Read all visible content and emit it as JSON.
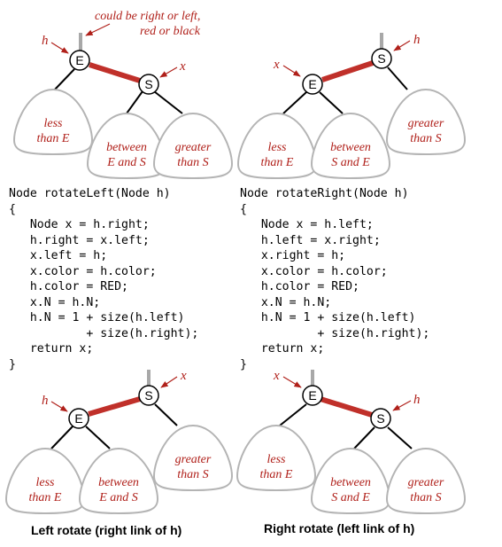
{
  "annotation": {
    "top_note_line1": "could be right or left,",
    "top_note_line2": "red or black"
  },
  "labels": {
    "h": "h",
    "x": "x"
  },
  "nodes": {
    "E": "E",
    "S": "S"
  },
  "subtrees": {
    "less_line1": "less",
    "less_line2": "than E",
    "between_es_line1": "between",
    "between_es_line2": "E and S",
    "greater_line1": "greater",
    "greater_line2": "than S",
    "between_se_line1": "between",
    "between_se_line2": "S and E"
  },
  "code_left": [
    "Node rotateLeft(Node h)",
    "{",
    "   Node x = h.right;",
    "   h.right = x.left;",
    "   x.left = h;",
    "   x.color = h.color;",
    "   h.color = RED;",
    "   x.N = h.N;",
    "   h.N = 1 + size(h.left)",
    "           + size(h.right);",
    "   return x;",
    "}"
  ],
  "code_right": [
    "Node rotateRight(Node h)",
    "{",
    "   Node x = h.left;",
    "   h.left = x.right;",
    "   x.right = h;",
    "   x.color = h.color;",
    "   h.color = RED;",
    "   x.N = h.N;",
    "   h.N = 1 + size(h.left)",
    "           + size(h.right);",
    "   return x;",
    "}"
  ],
  "captions": {
    "left": "Left rotate (right link of h)",
    "right": "Right rotate (left link of h)"
  },
  "colors": {
    "red_link": "#c0302a",
    "annotation": "#b0201a",
    "subtree_outline": "#b4b4b4",
    "parent_link": "#a8a8a8"
  }
}
